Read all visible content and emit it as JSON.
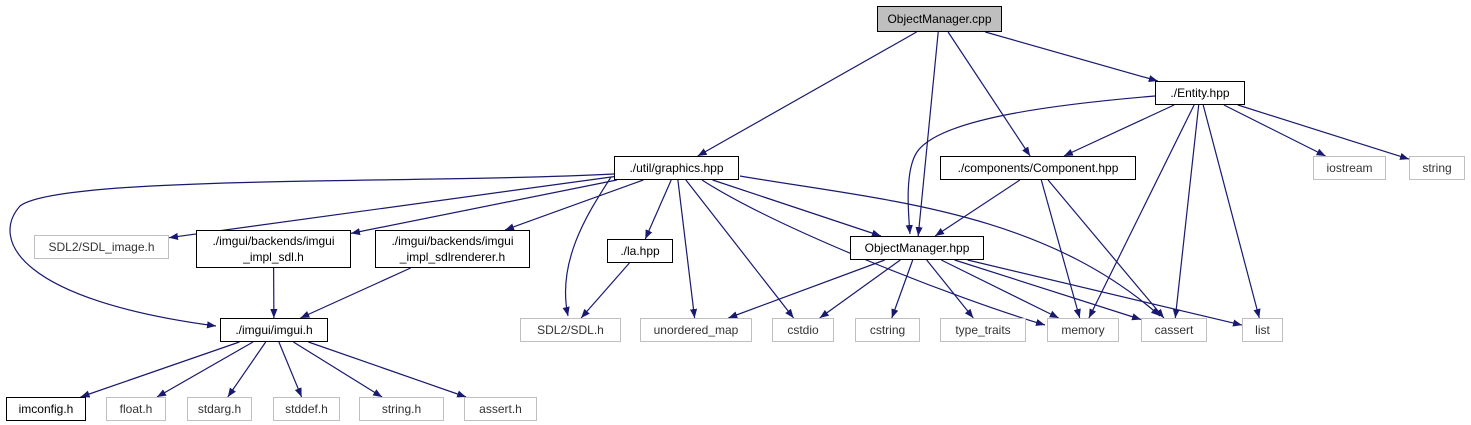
{
  "colors": {
    "edge": "#191970",
    "node_fill_root": "#bfbfbf",
    "node_border_project": "#000000",
    "node_border_external": "#bfbfbf"
  },
  "nodes": {
    "om_cpp": {
      "label": "ObjectManager.cpp",
      "kind": "root"
    },
    "entity": {
      "label": "./Entity.hpp",
      "kind": "project"
    },
    "graphics": {
      "label": "./util/graphics.hpp",
      "kind": "project"
    },
    "component": {
      "label": "./components/Component.hpp",
      "kind": "project"
    },
    "iostream": {
      "label": "iostream",
      "kind": "external"
    },
    "string": {
      "label": "string",
      "kind": "external"
    },
    "sdl_image": {
      "label": "SDL2/SDL_image.h",
      "kind": "external"
    },
    "impl_sdl": {
      "label": "./imgui/backends/imgui\n_impl_sdl.h",
      "kind": "project"
    },
    "impl_sdlr": {
      "label": "./imgui/backends/imgui\n_impl_sdlrenderer.h",
      "kind": "project"
    },
    "la": {
      "label": "./la.hpp",
      "kind": "project"
    },
    "om_hpp": {
      "label": "ObjectManager.hpp",
      "kind": "project"
    },
    "imgui_h": {
      "label": "./imgui/imgui.h",
      "kind": "project"
    },
    "sdl": {
      "label": "SDL2/SDL.h",
      "kind": "external"
    },
    "unordered_map": {
      "label": "unordered_map",
      "kind": "external"
    },
    "cstdio": {
      "label": "cstdio",
      "kind": "external"
    },
    "cstring": {
      "label": "cstring",
      "kind": "external"
    },
    "type_traits": {
      "label": "type_traits",
      "kind": "external"
    },
    "memory": {
      "label": "memory",
      "kind": "external"
    },
    "cassert": {
      "label": "cassert",
      "kind": "external"
    },
    "list": {
      "label": "list",
      "kind": "external"
    },
    "imconfig": {
      "label": "imconfig.h",
      "kind": "project"
    },
    "float_h": {
      "label": "float.h",
      "kind": "external"
    },
    "stdarg": {
      "label": "stdarg.h",
      "kind": "external"
    },
    "stddef": {
      "label": "stddef.h",
      "kind": "external"
    },
    "string_h": {
      "label": "string.h",
      "kind": "external"
    },
    "assert_h": {
      "label": "assert.h",
      "kind": "external"
    }
  },
  "edges": [
    [
      "om_cpp",
      "graphics"
    ],
    [
      "om_cpp",
      "om_hpp"
    ],
    [
      "om_cpp",
      "component"
    ],
    [
      "om_cpp",
      "entity"
    ],
    [
      "entity",
      "om_hpp"
    ],
    [
      "entity",
      "component"
    ],
    [
      "entity",
      "memory"
    ],
    [
      "entity",
      "cassert"
    ],
    [
      "entity",
      "list"
    ],
    [
      "entity",
      "iostream"
    ],
    [
      "entity",
      "string"
    ],
    [
      "graphics",
      "imgui_h"
    ],
    [
      "graphics",
      "sdl_image"
    ],
    [
      "graphics",
      "impl_sdl"
    ],
    [
      "graphics",
      "impl_sdlr"
    ],
    [
      "graphics",
      "sdl"
    ],
    [
      "graphics",
      "la"
    ],
    [
      "graphics",
      "unordered_map"
    ],
    [
      "graphics",
      "cstdio"
    ],
    [
      "graphics",
      "om_hpp"
    ],
    [
      "graphics",
      "memory"
    ],
    [
      "graphics",
      "cassert"
    ],
    [
      "component",
      "om_hpp"
    ],
    [
      "component",
      "memory"
    ],
    [
      "component",
      "cassert"
    ],
    [
      "impl_sdl",
      "imgui_h"
    ],
    [
      "impl_sdlr",
      "imgui_h"
    ],
    [
      "la",
      "sdl"
    ],
    [
      "om_hpp",
      "unordered_map"
    ],
    [
      "om_hpp",
      "cstdio"
    ],
    [
      "om_hpp",
      "cstring"
    ],
    [
      "om_hpp",
      "type_traits"
    ],
    [
      "om_hpp",
      "memory"
    ],
    [
      "om_hpp",
      "cassert"
    ],
    [
      "om_hpp",
      "list"
    ],
    [
      "imgui_h",
      "imconfig"
    ],
    [
      "imgui_h",
      "float_h"
    ],
    [
      "imgui_h",
      "stdarg"
    ],
    [
      "imgui_h",
      "stddef"
    ],
    [
      "imgui_h",
      "string_h"
    ],
    [
      "imgui_h",
      "assert_h"
    ]
  ]
}
